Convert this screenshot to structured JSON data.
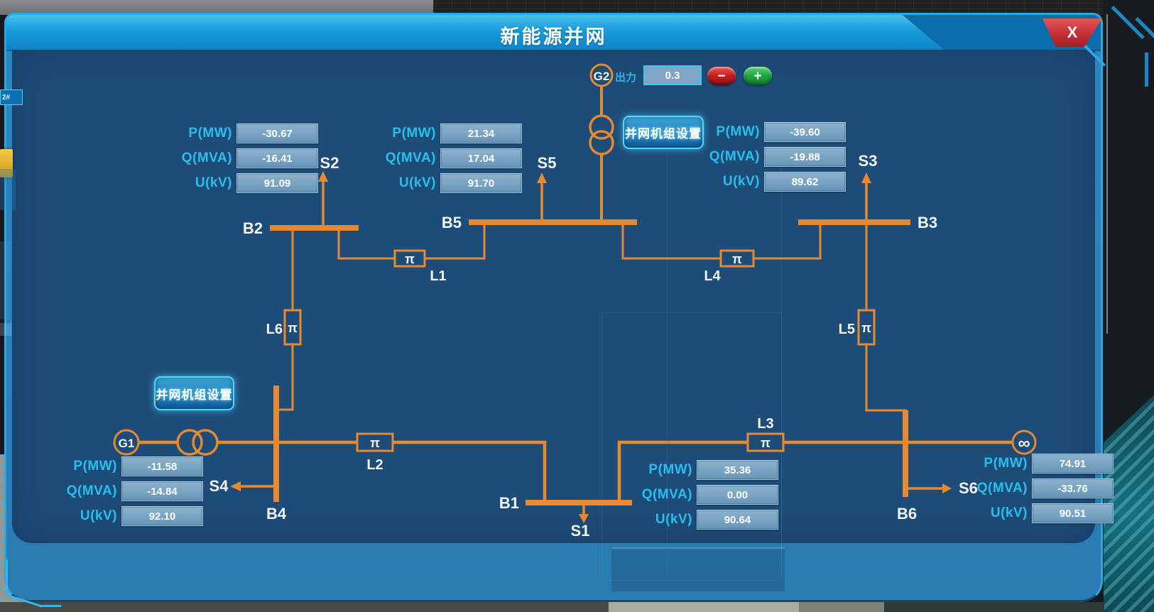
{
  "window": {
    "title": "新能源并网",
    "close": "X"
  },
  "background": {
    "left_edge_tag": "2#"
  },
  "g2_control": {
    "output_label": "出力",
    "output_value": "0.3",
    "minus": "−",
    "plus": "+"
  },
  "settings_button_top": {
    "label": "并网机组设置"
  },
  "settings_button_bottom": {
    "label": "并网机组设置"
  },
  "diagram": {
    "generators": {
      "g1": "G1",
      "g2": "G2",
      "slack": "∞"
    },
    "buses": [
      "B1",
      "B2",
      "B3",
      "B4",
      "B5",
      "B6"
    ],
    "lines": [
      {
        "id": "L1",
        "symbol": "π"
      },
      {
        "id": "L2",
        "symbol": "π"
      },
      {
        "id": "L3",
        "symbol": "π"
      },
      {
        "id": "L4",
        "symbol": "π"
      },
      {
        "id": "L5",
        "symbol": "π"
      },
      {
        "id": "L6",
        "symbol": "π"
      }
    ],
    "loads": [
      "S1",
      "S2",
      "S3",
      "S4",
      "S5",
      "S6"
    ],
    "panels": [
      {
        "bus": "B2",
        "rows": [
          {
            "label": "P(MW)",
            "value": "-30.67"
          },
          {
            "label": "Q(MVA)",
            "value": "-16.41"
          },
          {
            "label": "U(kV)",
            "value": "91.09"
          }
        ]
      },
      {
        "bus": "B5",
        "rows": [
          {
            "label": "P(MW)",
            "value": "21.34"
          },
          {
            "label": "Q(MVA)",
            "value": "17.04"
          },
          {
            "label": "U(kV)",
            "value": "91.70"
          }
        ]
      },
      {
        "bus": "B3",
        "rows": [
          {
            "label": "P(MW)",
            "value": "-39.60"
          },
          {
            "label": "Q(MVA)",
            "value": "-19.88"
          },
          {
            "label": "U(kV)",
            "value": "89.62"
          }
        ]
      },
      {
        "bus": "B4",
        "rows": [
          {
            "label": "P(MW)",
            "value": "-11.58"
          },
          {
            "label": "Q(MVA)",
            "value": "-14.84"
          },
          {
            "label": "U(kV)",
            "value": "92.10"
          }
        ]
      },
      {
        "bus": "B1",
        "rows": [
          {
            "label": "P(MW)",
            "value": "35.36"
          },
          {
            "label": "Q(MVA)",
            "value": "0.00"
          },
          {
            "label": "U(kV)",
            "value": "90.64"
          }
        ]
      },
      {
        "bus": "B6",
        "rows": [
          {
            "label": "P(MW)",
            "value": "74.91"
          },
          {
            "label": "Q(MVA)",
            "value": "-33.76"
          },
          {
            "label": "U(kV)",
            "value": "90.51"
          }
        ]
      }
    ]
  },
  "colors": {
    "accent_orange": "#e7892f",
    "label_cyan": "#27c0ee",
    "titlebar_blue": "#189bd9",
    "dialog_bg": "#1e4c78",
    "close_red": "#c52f36",
    "minus_red": "#c11f1f",
    "plus_green": "#1fa53f"
  }
}
